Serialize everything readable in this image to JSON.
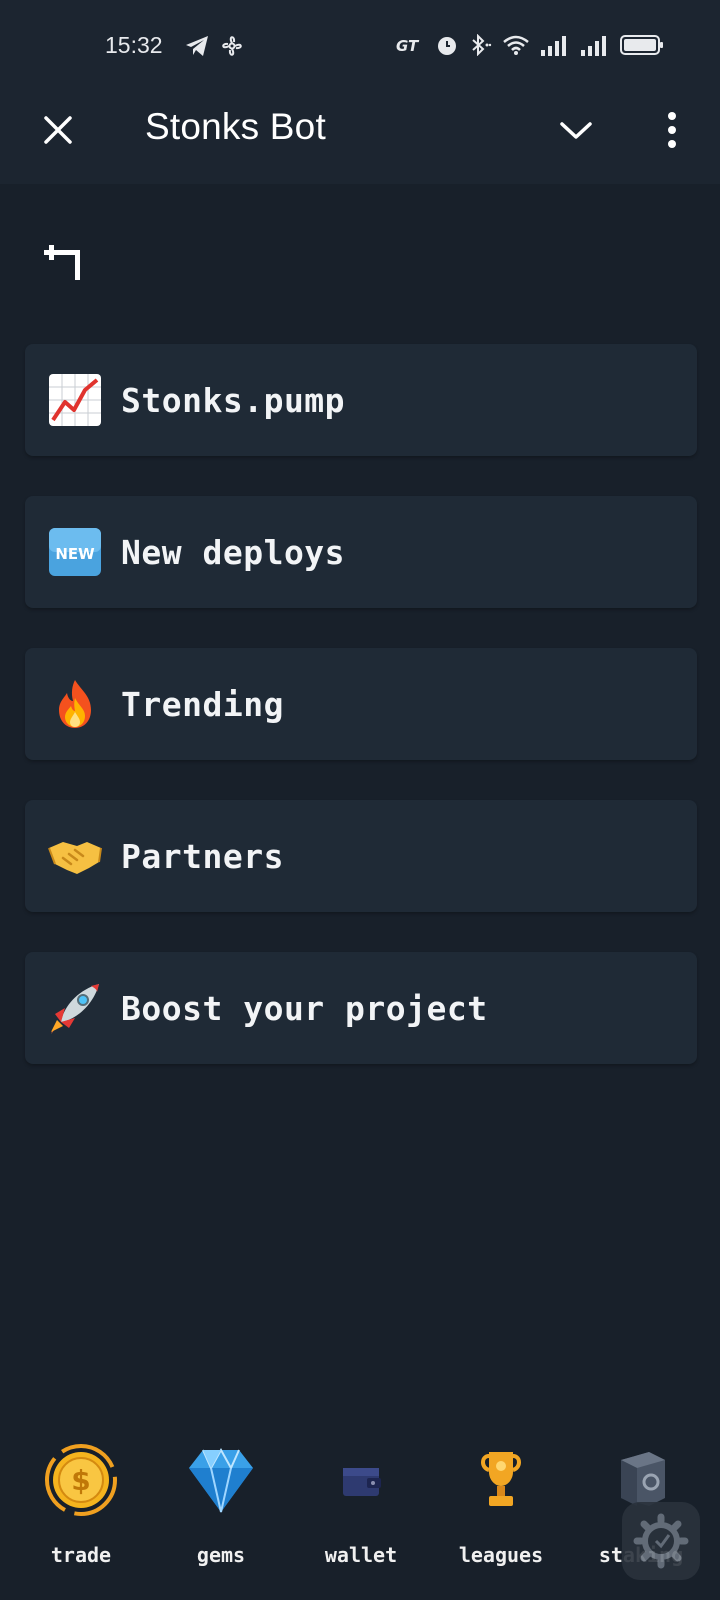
{
  "status_bar": {
    "time": "15:32"
  },
  "app_bar": {
    "title": "Stonks Bot"
  },
  "menu": {
    "items": [
      {
        "label": "Stonks.pump",
        "icon": "chart-increasing-icon"
      },
      {
        "label": "New deploys",
        "icon": "new-button-icon"
      },
      {
        "label": "Trending",
        "icon": "fire-icon"
      },
      {
        "label": "Partners",
        "icon": "handshake-icon"
      },
      {
        "label": "Boost your project",
        "icon": "rocket-icon"
      }
    ]
  },
  "bottom_nav": {
    "items": [
      {
        "label": "trade",
        "icon": "coin-icon"
      },
      {
        "label": "gems",
        "icon": "diamond-icon"
      },
      {
        "label": "wallet",
        "icon": "wallet-icon"
      },
      {
        "label": "leagues",
        "icon": "trophy-icon"
      },
      {
        "label": "staking",
        "icon": "safe-icon"
      }
    ]
  },
  "colors": {
    "background": "#18202a",
    "header": "#1c2530",
    "card": "#1f2a36",
    "text": "#ffffff"
  }
}
